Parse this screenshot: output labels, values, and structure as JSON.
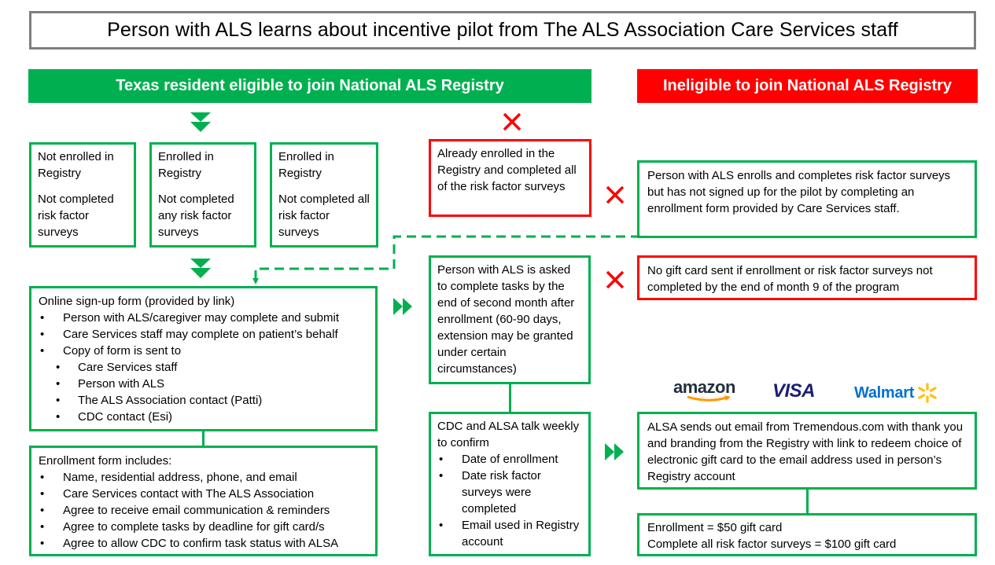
{
  "title": "Person with ALS learns about incentive pilot from The ALS Association Care Services staff",
  "eligible_banner": "Texas resident eligible to join National ALS Registry",
  "ineligible_banner": "Ineligible to join National ALS Registry",
  "colors": {
    "green": "#00b050",
    "red": "#ff0000",
    "gray_border": "#7f7f7f"
  },
  "eligible_groups": [
    {
      "line1": "Not enrolled in Registry",
      "line2": "Not completed risk factor surveys"
    },
    {
      "line1": "Enrolled in Registry",
      "line2": "Not completed any risk factor surveys"
    },
    {
      "line1": "Enrolled in Registry",
      "line2": "Not completed all risk factor surveys"
    }
  ],
  "ineligible_already": "Already enrolled in the Registry and completed all of the risk factor surveys",
  "no_signup": "Person with ALS enrolls and completes risk factor surveys but has not signed up for the pilot by completing an enrollment form provided by Care Services staff.",
  "no_gift_card": "No gift card sent if enrollment or risk factor surveys not completed by the end of month 9 of the program",
  "online_form": {
    "heading": "Online sign-up form (provided by link)",
    "items": [
      "Person with ALS/caregiver may complete and submit",
      "Care Services staff may complete on patient’s behalf",
      "Copy of form is sent to"
    ],
    "recipients": [
      "Care Services staff",
      "Person with ALS",
      "The ALS Association contact (Patti)",
      "CDC contact (Esi)"
    ]
  },
  "enrollment_form": {
    "heading": "Enrollment form includes:",
    "items": [
      "Name, residential address, phone, and email",
      "Care Services contact with The ALS Association",
      "Agree to receive email communication & reminders",
      "Agree to complete tasks by deadline for gift card/s",
      "Agree to allow CDC to confirm task status with ALSA"
    ]
  },
  "tasks_box": "Person with ALS is asked to complete tasks by the end of second month after enrollment (60-90 days, extension may be granted under certain circumstances)",
  "weekly_box": {
    "heading": "CDC and ALSA talk weekly to confirm",
    "items": [
      "Date of enrollment",
      "Date risk factor surveys were completed",
      "Email used in Registry account"
    ]
  },
  "logos": {
    "amazon": "amazon",
    "visa": "VISA",
    "walmart": "Walmart"
  },
  "email_box": "ALSA sends out email from Tremendous.com with thank you and branding from the Registry with link to redeem choice of electronic gift card to the email address used in person’s Registry account",
  "rewards": {
    "line1": "Enrollment = $50 gift card",
    "line2": "Complete all risk factor surveys = $100 gift card"
  }
}
